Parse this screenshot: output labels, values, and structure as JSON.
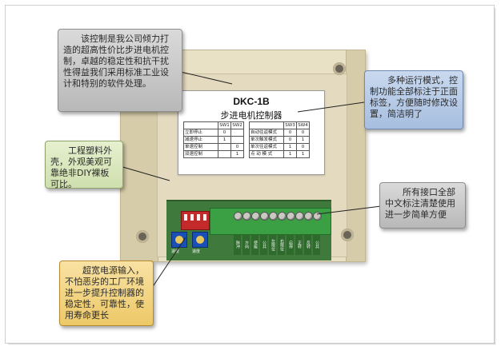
{
  "device": {
    "model": "DKC-1B",
    "name": "步进电机控制器",
    "left_table": {
      "headers": [
        "",
        "SW1",
        "SW2"
      ],
      "rows": [
        [
          "立即停止",
          "0",
          ""
        ],
        [
          "减速停止",
          "1",
          ""
        ],
        [
          "单速控制",
          "",
          "0"
        ],
        [
          "双速控制",
          "",
          "1"
        ]
      ]
    },
    "right_table": {
      "headers": [
        "",
        "SW3",
        "SW4"
      ],
      "rows": [
        [
          "自动往返模式",
          "0",
          "0"
        ],
        [
          "单次触发模式",
          "0",
          "1"
        ],
        [
          "单次往返模式",
          "1",
          "0"
        ],
        [
          "点 动 模 式",
          "1",
          "1"
        ]
      ]
    },
    "terminal_labels": [
      "脉冲",
      "方向",
      "使能",
      "公共",
      "左限位",
      "右限位",
      "启停",
      "正转",
      "反转",
      "公共"
    ],
    "pot_labels": [
      "速度",
      "速度"
    ]
  },
  "callouts": {
    "top_left": "该控制是我公司倾力打造的超高性价比步进电机控制，卓越的稳定性和抗干扰性得益我们采用标准工业设计和特别的软件处理。",
    "right_top": "多种运行模式，控制功能全部标注于正面标签，方便随时修改设置，简洁明了",
    "mid_left": "工程塑料外壳，外观美观可靠绝非DIY裸板可比。",
    "right_mid": "所有接口全部中文标注清楚使用进一步简单方便",
    "bottom_left": "超宽电源输入，不怕恶劣的工厂环境进一步提升控制器的稳定性，可靠性，使用寿命更长"
  },
  "colors": {
    "callout_gray": "#c8c8c8",
    "callout_blue": "#b4c8e6",
    "callout_green": "#dbe8be",
    "callout_gold": "#f2d27f",
    "case": "#e9e1c6",
    "terminal_green": "#3aa043",
    "dip_red": "#c52a2a",
    "pot_blue": "#1b4fb8"
  }
}
